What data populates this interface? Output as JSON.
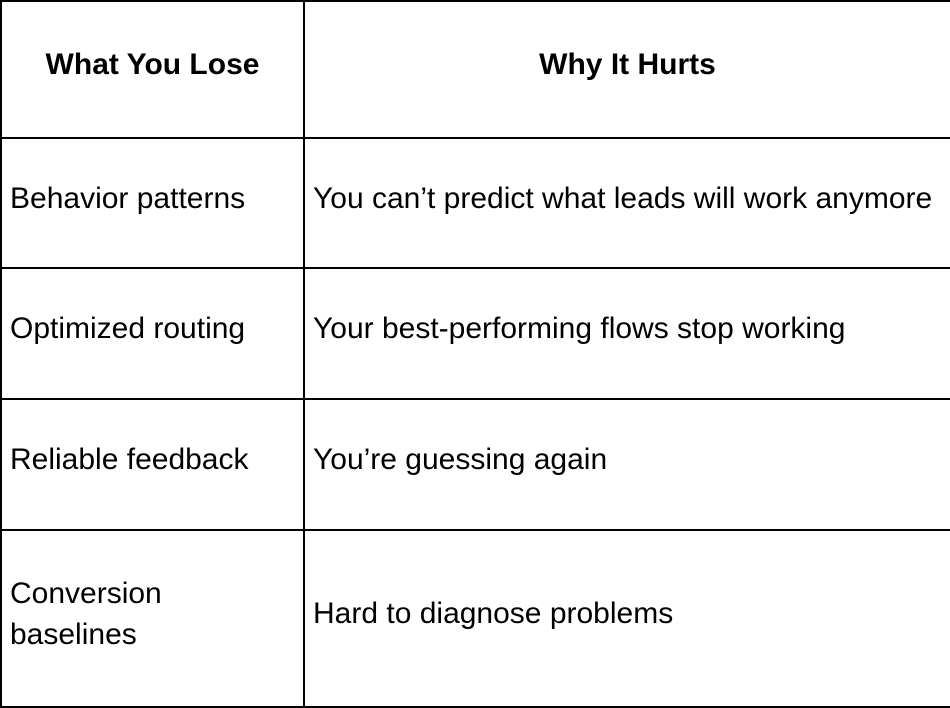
{
  "colors": {
    "border": "#000000",
    "text": "#000000",
    "background": "#ffffff"
  },
  "table": {
    "headers": {
      "lose": "What You Lose",
      "hurt": "Why It Hurts"
    },
    "rows": [
      {
        "lose": "Behavior patterns",
        "hurt": "You can’t predict what leads will work anymore"
      },
      {
        "lose": "Optimized routing",
        "hurt": "Your best-performing flows stop working"
      },
      {
        "lose": "Reliable feedback",
        "hurt": "You’re guessing again"
      },
      {
        "lose": "Conversion baselines",
        "hurt": "Hard to diagnose problems"
      }
    ]
  }
}
